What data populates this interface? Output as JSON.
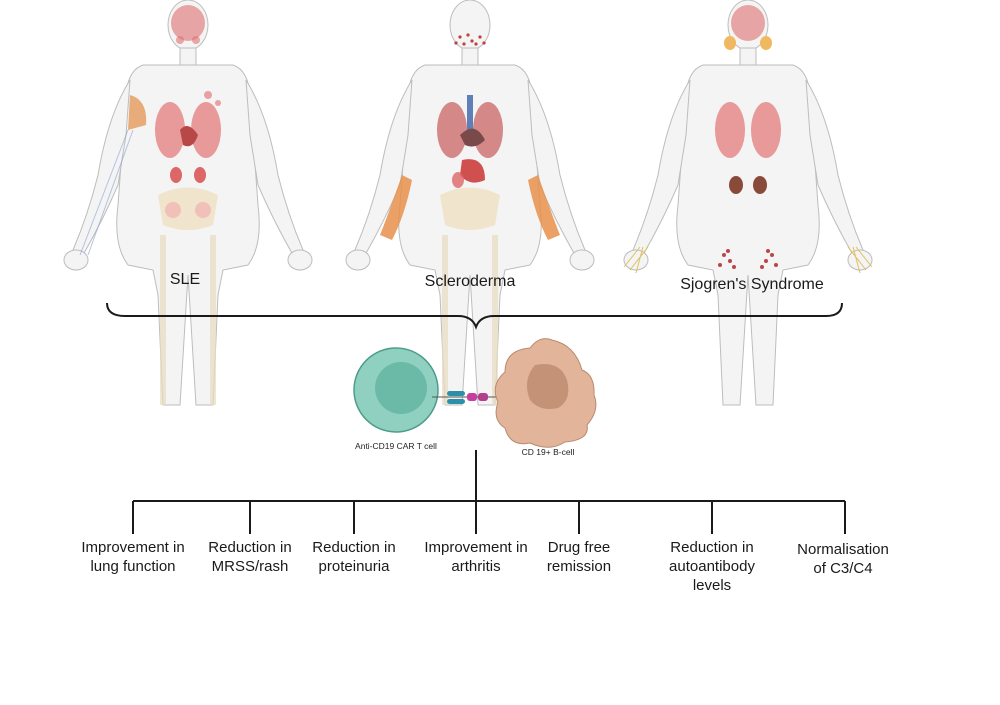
{
  "diseases": [
    {
      "name": "SLE"
    },
    {
      "name": "Scleroderma"
    },
    {
      "name": "Sjogren's Syndrome"
    }
  ],
  "cells": {
    "car_t": "Anti-CD19 CAR T cell",
    "b_cell": "CD 19+ B-cell"
  },
  "outcomes": [
    {
      "label": "Improvement in\nlung function"
    },
    {
      "label": "Reduction in\nMRSS/rash"
    },
    {
      "label": "Reduction in\nproteinuria"
    },
    {
      "label": "Improvement in\narthritis"
    },
    {
      "label": "Drug free\nremission"
    },
    {
      "label": "Reduction in\nautoantibody\nlevels"
    },
    {
      "label": "Normalisation\nof C3/C4"
    }
  ],
  "colors": {
    "tcell": "#7cc8b6",
    "tcell_nucleus": "#5aa898",
    "bcell": "#e2b49a",
    "bcell_nucleus": "#c49377",
    "lung": "#e89a9a",
    "bone": "#f0e2c8",
    "skin_patch": "#e8a058",
    "line": "#1a1a1a"
  }
}
